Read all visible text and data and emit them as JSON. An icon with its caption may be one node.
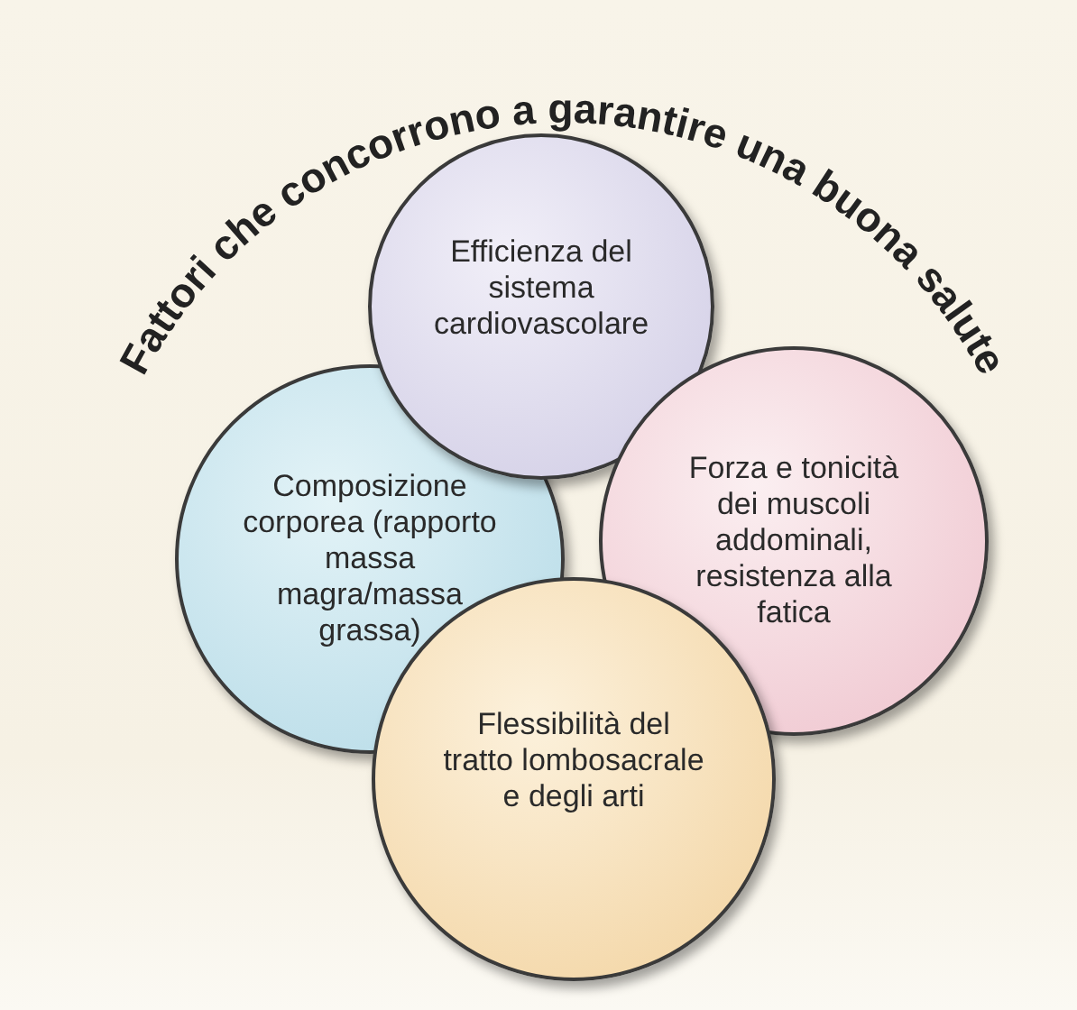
{
  "diagram": {
    "title": "Fattori che concorrono a garantire una buona salute",
    "nodes": [
      {
        "text": [
          "Efficienza del sistema cardiovascolare"
        ]
      },
      {
        "text": [
          "Composizione corporea (rapporto massa magra/massa grassa)"
        ]
      },
      {
        "text": [
          "Forza e tonicità dei muscoli addominali, resistenza alla fatica"
        ]
      },
      {
        "text": [
          "Flessibilità del tratto lombosacrale e degli arti"
        ]
      }
    ],
    "edges": []
  }
}
